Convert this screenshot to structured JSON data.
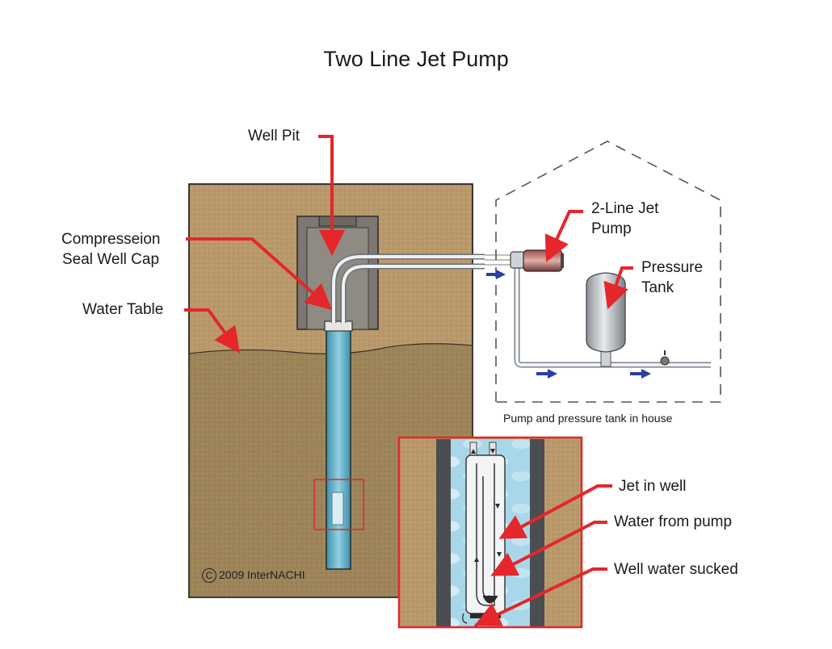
{
  "title": "Two Line Jet Pump",
  "labels": {
    "well_pit": "Well Pit",
    "well_cap_line1": "Compresseion",
    "well_cap_line2": "Seal Well Cap",
    "water_table": "Water Table",
    "jet_pump_line1": "2-Line Jet",
    "jet_pump_line2": "Pump",
    "pressure_tank_line1": "Pressure",
    "pressure_tank_line2": "Tank",
    "house_caption": "Pump and pressure tank in house",
    "jet_in_well": "Jet in well",
    "water_from_pump": "Water from pump",
    "well_water_sucked": "Well water sucked"
  },
  "credit": {
    "symbol": "C",
    "text": "2009 InterNACHI"
  },
  "colors": {
    "soil_dry": "#b89a6e",
    "soil_wet": "#9c8358",
    "water": "#6fb3c9",
    "callout_red": "#e5262a",
    "flow_arrow_blue": "#2a3fa0",
    "pipe_gray": "#c9ced3",
    "house_outline": "#555555"
  }
}
